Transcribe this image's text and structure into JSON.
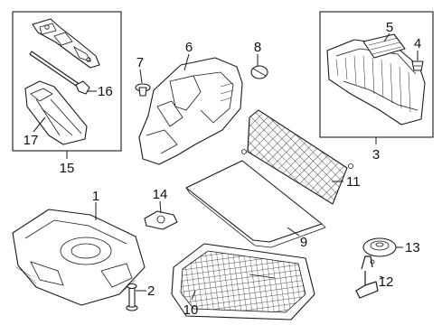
{
  "callouts": {
    "c1": "1",
    "c2": "2",
    "c3": "3",
    "c4": "4",
    "c5": "5",
    "c6": "6",
    "c7": "7",
    "c8": "8",
    "c9": "9",
    "c10": "10",
    "c11": "11",
    "c12": "12",
    "c13": "13",
    "c14": "14",
    "c15": "15",
    "c16": "16",
    "c17": "17"
  },
  "colors": {
    "line": "#1a1a1a",
    "background": "#ffffff"
  }
}
